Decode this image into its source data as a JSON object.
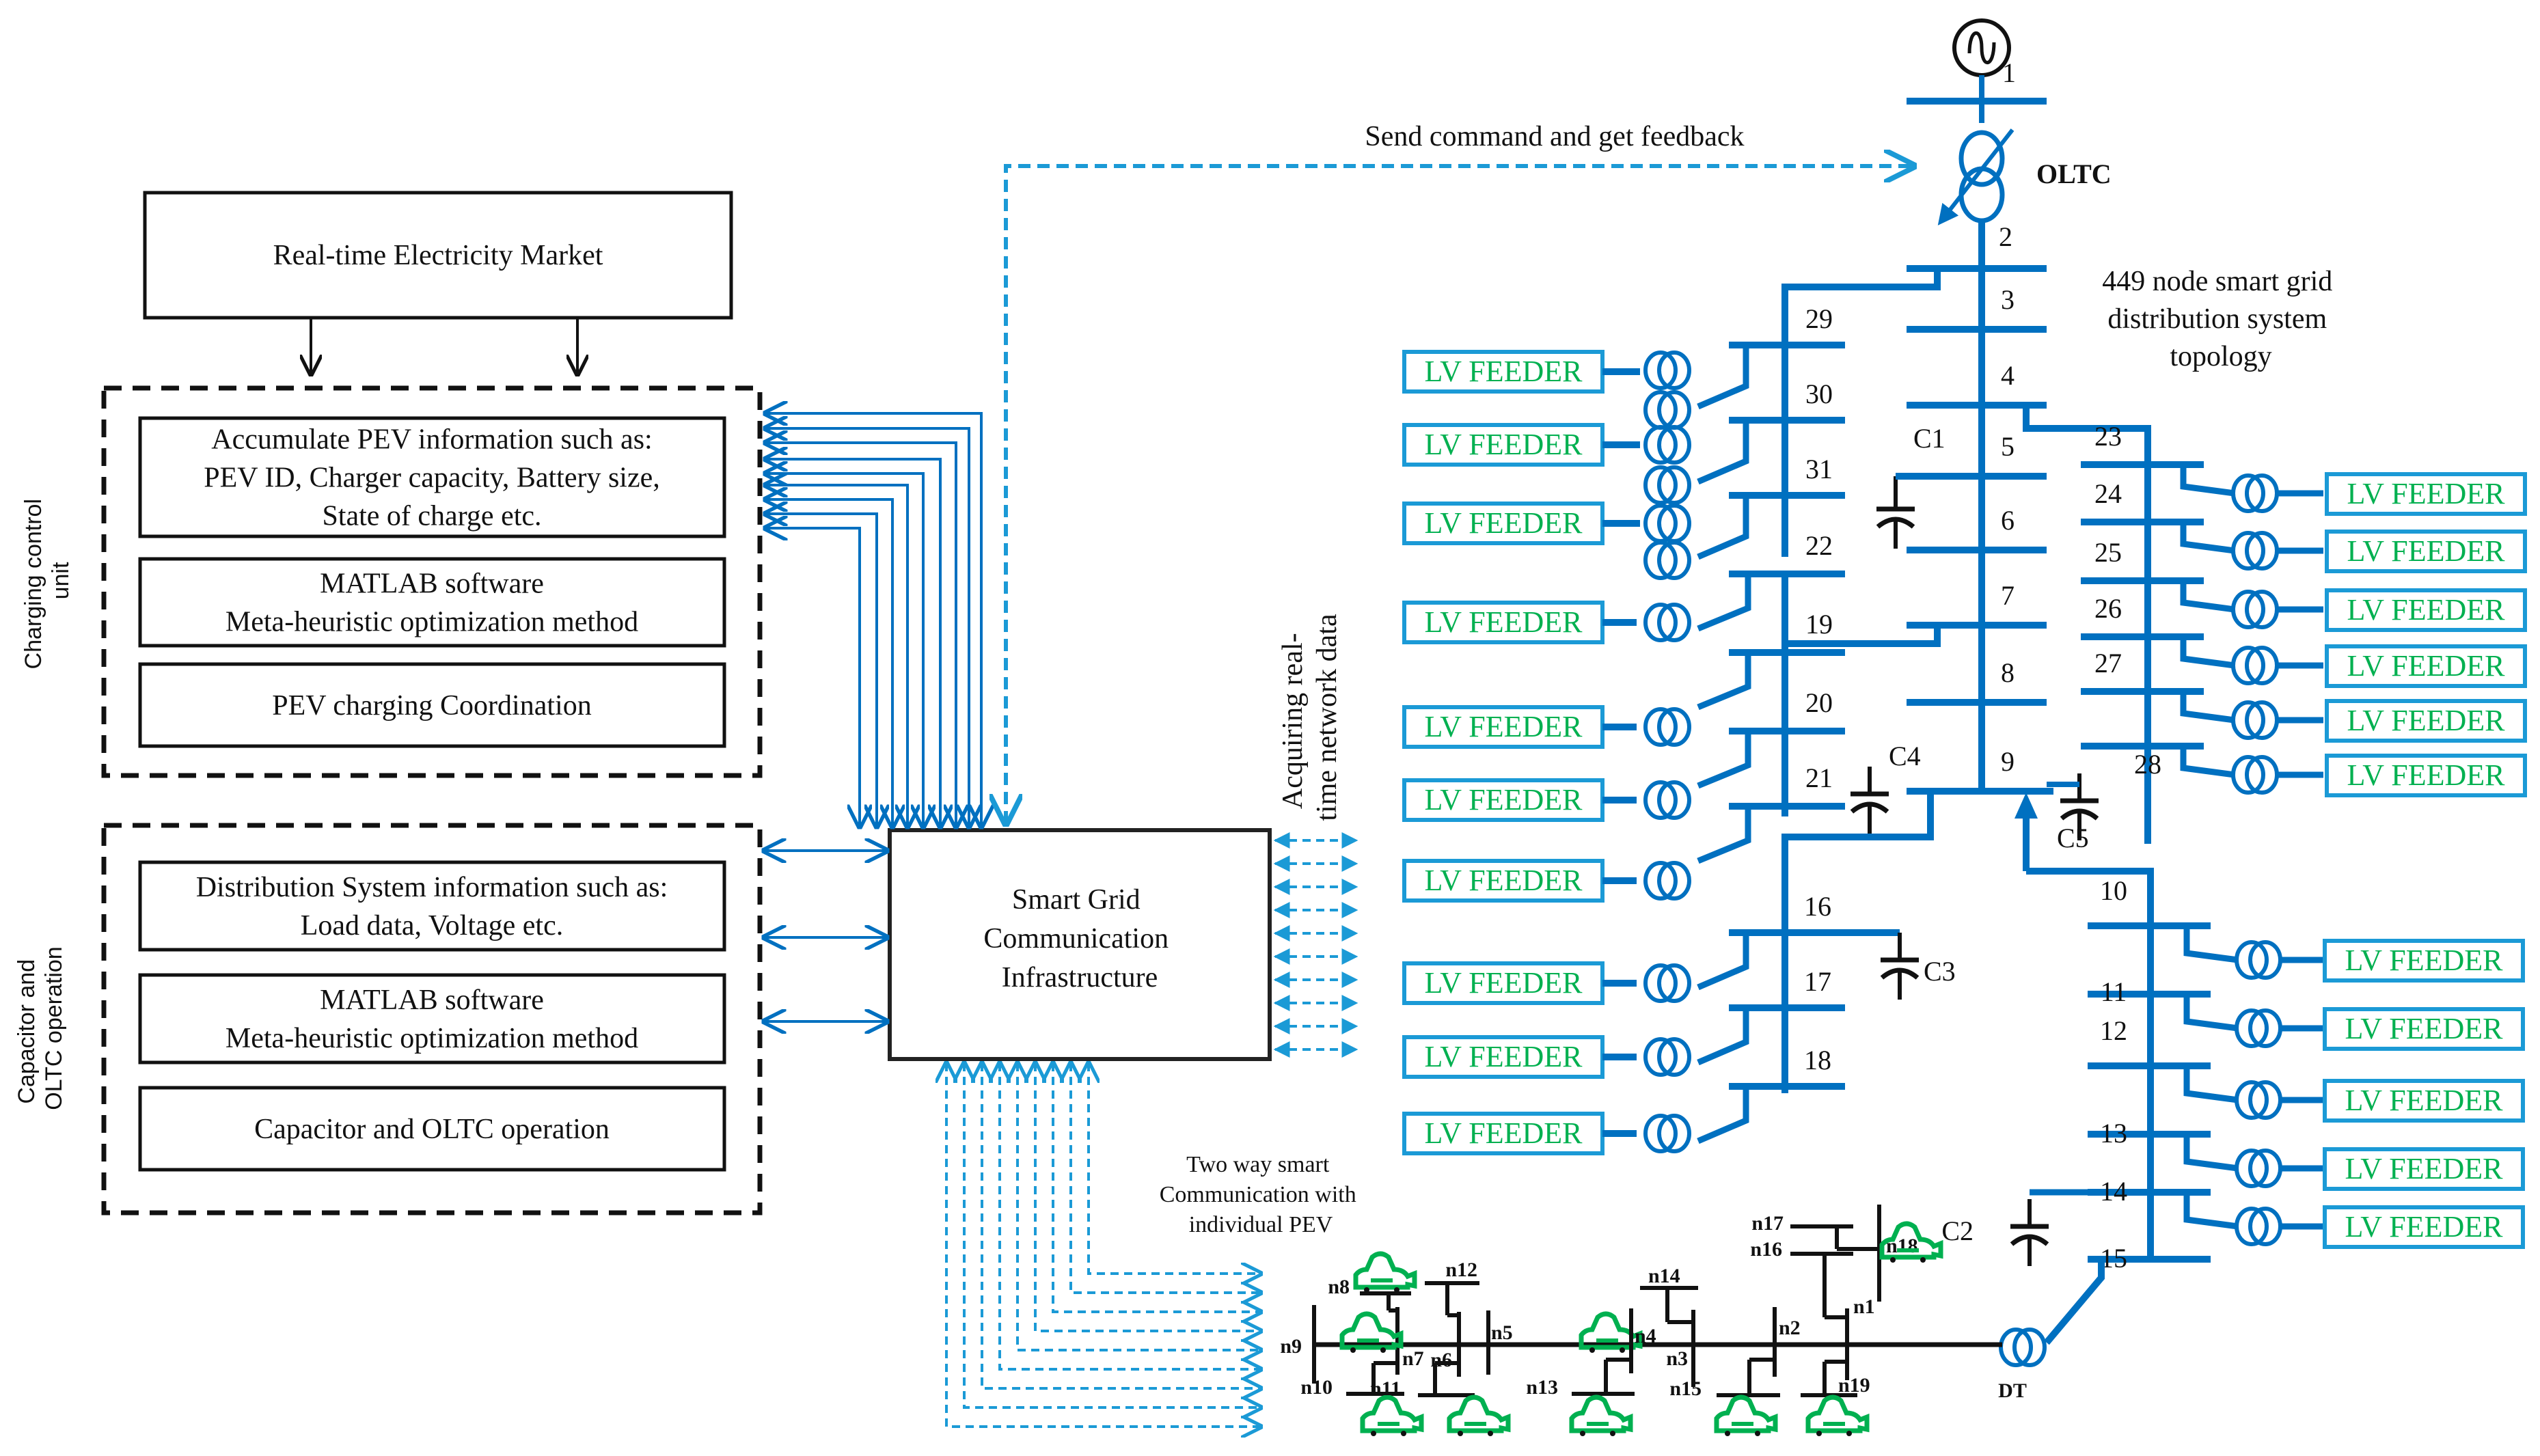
{
  "colors": {
    "grid_blue": "#0070c0",
    "comm_blue": "#1b9ad6",
    "feeder_green": "#00b050",
    "black": "#111111"
  },
  "market": {
    "label": "Real-time Electricity Market"
  },
  "charging_unit": {
    "side_label_line1": "Charging control",
    "side_label_line2": "unit",
    "boxes": [
      {
        "lines": [
          "Accumulate PEV information such as:",
          "PEV ID, Charger capacity, Battery size,",
          "State of charge etc."
        ]
      },
      {
        "lines": [
          "MATLAB software",
          "Meta-heuristic optimization method"
        ]
      },
      {
        "lines": [
          "PEV charging Coordination"
        ]
      }
    ]
  },
  "capacitor_unit": {
    "side_label_line1": "Capacitor and",
    "side_label_line2": "OLTC operation",
    "boxes": [
      {
        "lines": [
          "Distribution System information such as:",
          "Load data, Voltage etc."
        ]
      },
      {
        "lines": [
          "MATLAB software",
          "Meta-heuristic optimization method"
        ]
      },
      {
        "lines": [
          "Capacitor and OLTC operation"
        ]
      }
    ]
  },
  "comm_infra": {
    "lines": [
      "Smart Grid",
      "Communication",
      "Infrastructure"
    ]
  },
  "annotations": {
    "send_command": "Send command and get feedback",
    "acquiring_line1": "Acquiring real-",
    "acquiring_line2": "time network data",
    "two_way_lines": [
      "Two way smart",
      "Communication with",
      "individual PEV"
    ],
    "topology_lines": [
      "449 node smart grid",
      "distribution system",
      "topology"
    ]
  },
  "grid": {
    "oltc_label": "OLTC",
    "dt_label": "DT",
    "feeder_label": "LV FEEDER",
    "main_buses": [
      "1",
      "2",
      "3",
      "4",
      "5",
      "6",
      "7",
      "8",
      "9"
    ],
    "left_upper_buses": [
      "29",
      "30",
      "31"
    ],
    "left_mid_buses": [
      "22",
      "19",
      "20",
      "21"
    ],
    "left_lower_buses": [
      "16",
      "17",
      "18"
    ],
    "right_upper_buses": [
      "23",
      "24",
      "25",
      "26",
      "27",
      "28"
    ],
    "right_lower_buses": [
      "10",
      "11",
      "12",
      "13",
      "14",
      "15"
    ],
    "capacitors": [
      "C1",
      "C2",
      "C3",
      "C4",
      "C5"
    ]
  },
  "lv_network": {
    "nodes": [
      "n1",
      "n2",
      "n3",
      "n4",
      "n5",
      "n6",
      "n7",
      "n8",
      "n9",
      "n10",
      "n11",
      "n12",
      "n13",
      "n14",
      "n15",
      "n16",
      "n17",
      "n18",
      "n19"
    ]
  }
}
